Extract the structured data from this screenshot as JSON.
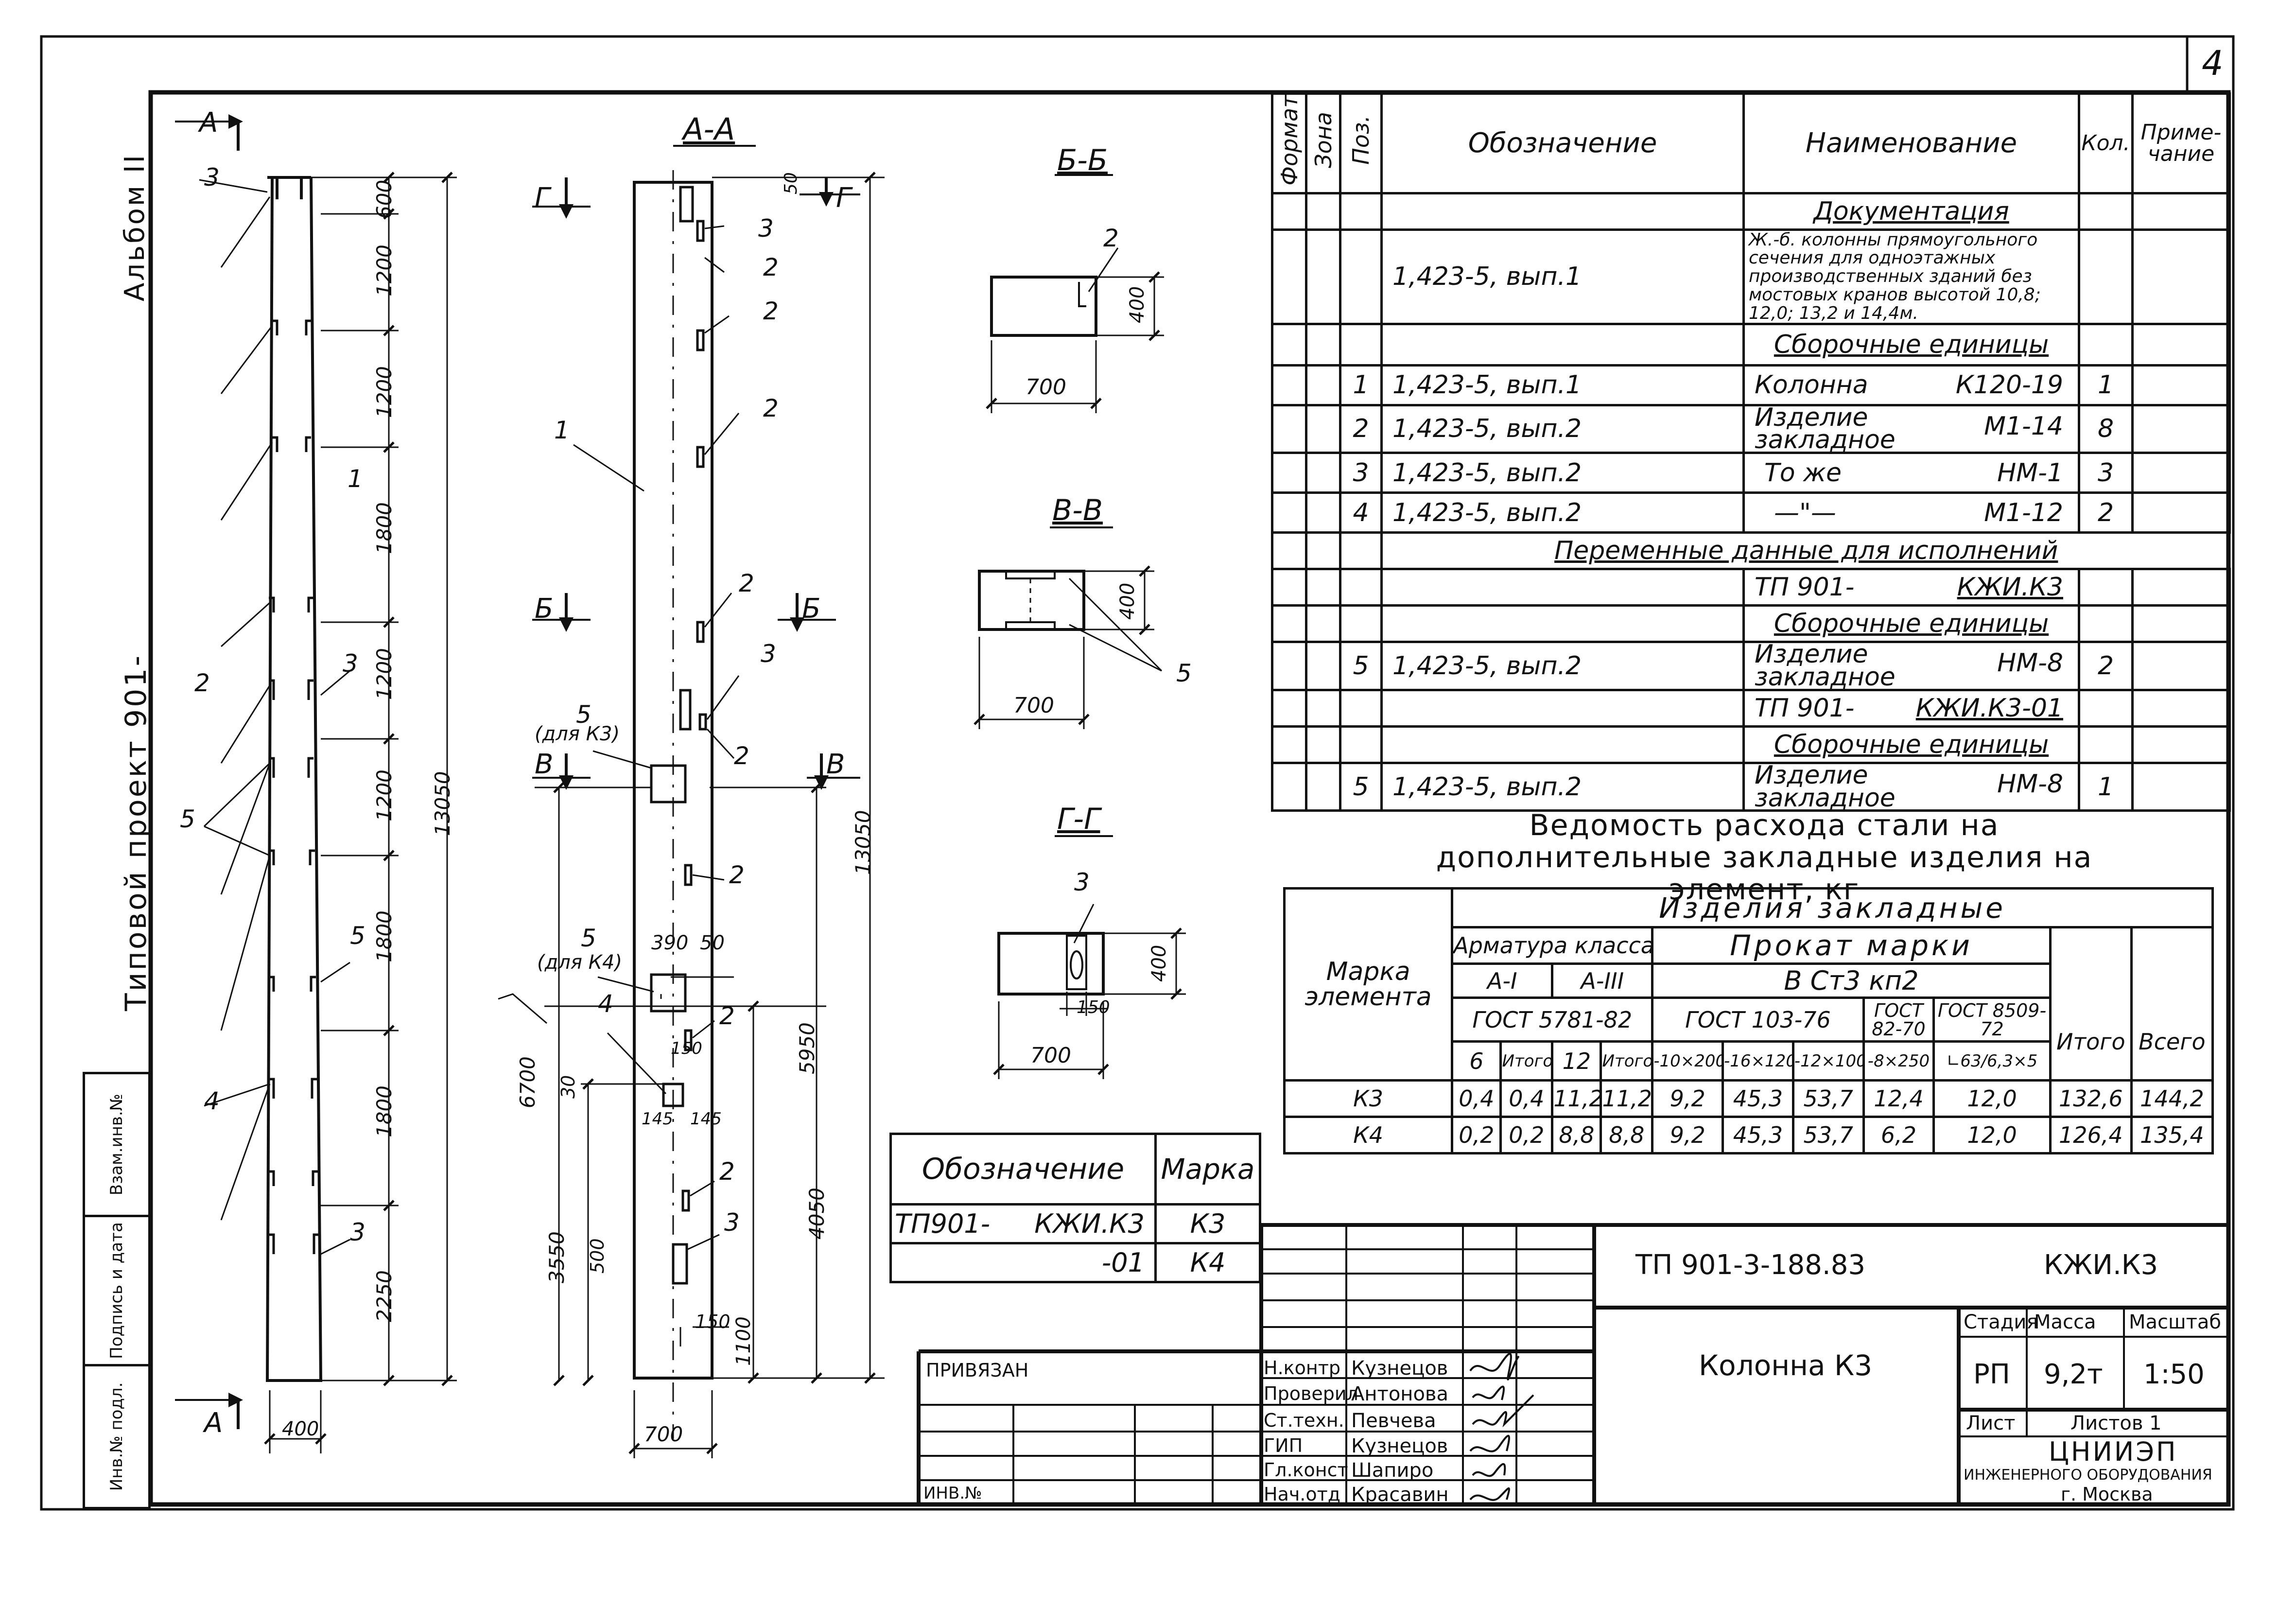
{
  "sheet_number": "4",
  "album": "Альбом II",
  "project": "Типовой проект 901-",
  "side_stamp": [
    "Инв.№ подл.",
    "Подпись и дата",
    "Взам.инв.№"
  ],
  "drawing": {
    "section_labels": {
      "aa": "А-А",
      "bb": "Б-Б",
      "vv": "В-В",
      "gg": "Г-Г",
      "a": "А",
      "b": "Б",
      "v": "В",
      "g": "Г"
    },
    "elevation_dims": [
      "600",
      "1200",
      "1200",
      "1800",
      "1200",
      "1200",
      "1800",
      "1800",
      "2250",
      "13050",
      "400"
    ],
    "section_dims": [
      "50",
      "13050",
      "5950",
      "4050",
      "1100",
      "150",
      "6700",
      "3550",
      "500",
      "390",
      "50",
      "30",
      "145",
      "145",
      "150",
      "700"
    ],
    "section_notes": [
      "(для К3)",
      "(для К4)"
    ],
    "callouts": [
      "1",
      "2",
      "3",
      "4",
      "5"
    ],
    "bb_dims": [
      "400",
      "700"
    ],
    "vv_dims": [
      "400",
      "700"
    ],
    "gg_dims": [
      "400",
      "150",
      "700"
    ]
  },
  "spec_table": {
    "headers": {
      "format": "Формат",
      "zone": "Зона",
      "pos": "Поз.",
      "designation": "Обозначение",
      "name": "Наименование",
      "qty": "Кол.",
      "note": "Приме-\nчание"
    },
    "rows": [
      {
        "type": "section",
        "name": "Документация"
      },
      {
        "pos": "",
        "designation": "1,423-5, вып.1",
        "name": "Ж.-б. колонны прямоугольного сечения для одноэтажных производственных зданий без мостовых кранов высотой 10,8; 12,0; 13,2 и 14,4м.",
        "qty": "",
        "small": true
      },
      {
        "type": "section",
        "name": "Сборочные единицы"
      },
      {
        "pos": "1",
        "designation": "1,423-5, вып.1",
        "name": "Колонна",
        "mark": "К120-19",
        "qty": "1"
      },
      {
        "pos": "2",
        "designation": "1,423-5, вып.2",
        "name": "Изделие закладное",
        "mark": "М1-14",
        "qty": "8"
      },
      {
        "pos": "3",
        "designation": "1,423-5, вып.2",
        "name": "То же",
        "mark": "НМ-1",
        "qty": "3"
      },
      {
        "pos": "4",
        "designation": "1,423-5, вып.2",
        "name": "—\"—",
        "mark": "М1-12",
        "qty": "2"
      },
      {
        "type": "section_wide",
        "name": "Переменные данные для исполнений"
      },
      {
        "pos": "",
        "designation": "",
        "name": "ТП 901-",
        "mark": "КЖИ.К3",
        "qty": ""
      },
      {
        "type": "section",
        "name": "Сборочные единицы"
      },
      {
        "pos": "5",
        "designation": "1,423-5, вып.2",
        "name": "Изделие закладное",
        "mark": "НМ-8",
        "qty": "2"
      },
      {
        "pos": "",
        "designation": "",
        "name": "ТП 901-",
        "mark": "КЖИ.К3-01",
        "qty": ""
      },
      {
        "type": "section",
        "name": "Сборочные единицы"
      },
      {
        "pos": "5",
        "designation": "1,423-5, вып.2",
        "name": "Изделие закладное",
        "mark": "НМ-8",
        "qty": "1"
      }
    ]
  },
  "steel_title": "Ведомость расхода стали на дополнительные закладные изделия на элемент, кг",
  "steel_table": {
    "mark_header": "Марка элемента",
    "group_header": "Изделия закладные",
    "armature_header": "Арматура класса",
    "prokat_header": "Прокат марки",
    "class_a1": "А-I",
    "class_a3": "А-III",
    "steel_grade": "В Ст3 кп2",
    "gost_5781": "ГОСТ 5781-82",
    "gost_103": "ГОСТ 103-76",
    "gost_82": "ГОСТ 82-70",
    "gost_8509": "ГОСТ 8509-72",
    "itogo": "Итого",
    "vsego": "Всего",
    "sub_cols": [
      "6",
      "Итого",
      "12",
      "Итого",
      "-10×200",
      "-16×120",
      "-12×100",
      "-8×250",
      "∟63/6,3×5"
    ],
    "rows": [
      {
        "mark": "К3",
        "values": [
          "0,4",
          "0,4",
          "11,2",
          "11,2",
          "9,2",
          "45,3",
          "53,7",
          "12,4",
          "12,0",
          "132,6",
          "144,2"
        ]
      },
      {
        "mark": "К4",
        "values": [
          "0,2",
          "0,2",
          "8,8",
          "8,8",
          "9,2",
          "45,3",
          "53,7",
          "6,2",
          "12,0",
          "126,4",
          "135,4"
        ]
      }
    ]
  },
  "mark_table": {
    "header_designation": "Обозначение",
    "header_mark": "Марка",
    "rows": [
      {
        "designation_a": "ТП901-",
        "designation_b": "КЖИ.К3",
        "mark": "К3"
      },
      {
        "designation_a": "",
        "designation_b": "-01",
        "mark": "К4"
      }
    ]
  },
  "title_block": {
    "code": "ТП 901-3-188.83",
    "doc": "КЖИ.К3",
    "name": "Колонна К3",
    "stage_label": "Стадия",
    "mass_label": "Масса",
    "scale_label": "Масштаб",
    "stage": "РП",
    "mass": "9,2т",
    "scale": "1:50",
    "sheet_label": "Лист",
    "sheets_label": "Листов 1",
    "org": "ЦНИИЭП",
    "org2": "инженерного оборудования",
    "city": "г. Москва",
    "privyazan": "Привязан",
    "inv": "Инв.№",
    "signatures": [
      {
        "role": "Н.контр",
        "name": "Кузнецов"
      },
      {
        "role": "Проверил",
        "name": "Антонова"
      },
      {
        "role": "Ст.техн.",
        "name": "Певчева"
      },
      {
        "role": "ГИП",
        "name": "Кузнецов"
      },
      {
        "role": "Гл.конст",
        "name": "Шапиро"
      },
      {
        "role": "Нач.отд",
        "name": "Красавин"
      }
    ]
  }
}
